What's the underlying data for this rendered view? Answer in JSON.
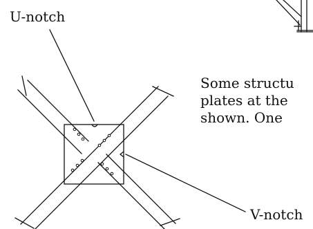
{
  "labels": {
    "u_notch": "U-notch",
    "v_notch": "V-notch"
  },
  "caption": {
    "lines": [
      "Some structu",
      "plates at the",
      "shown. One"
    ]
  },
  "colors": {
    "line": "#111111",
    "background": "#ffffff"
  }
}
